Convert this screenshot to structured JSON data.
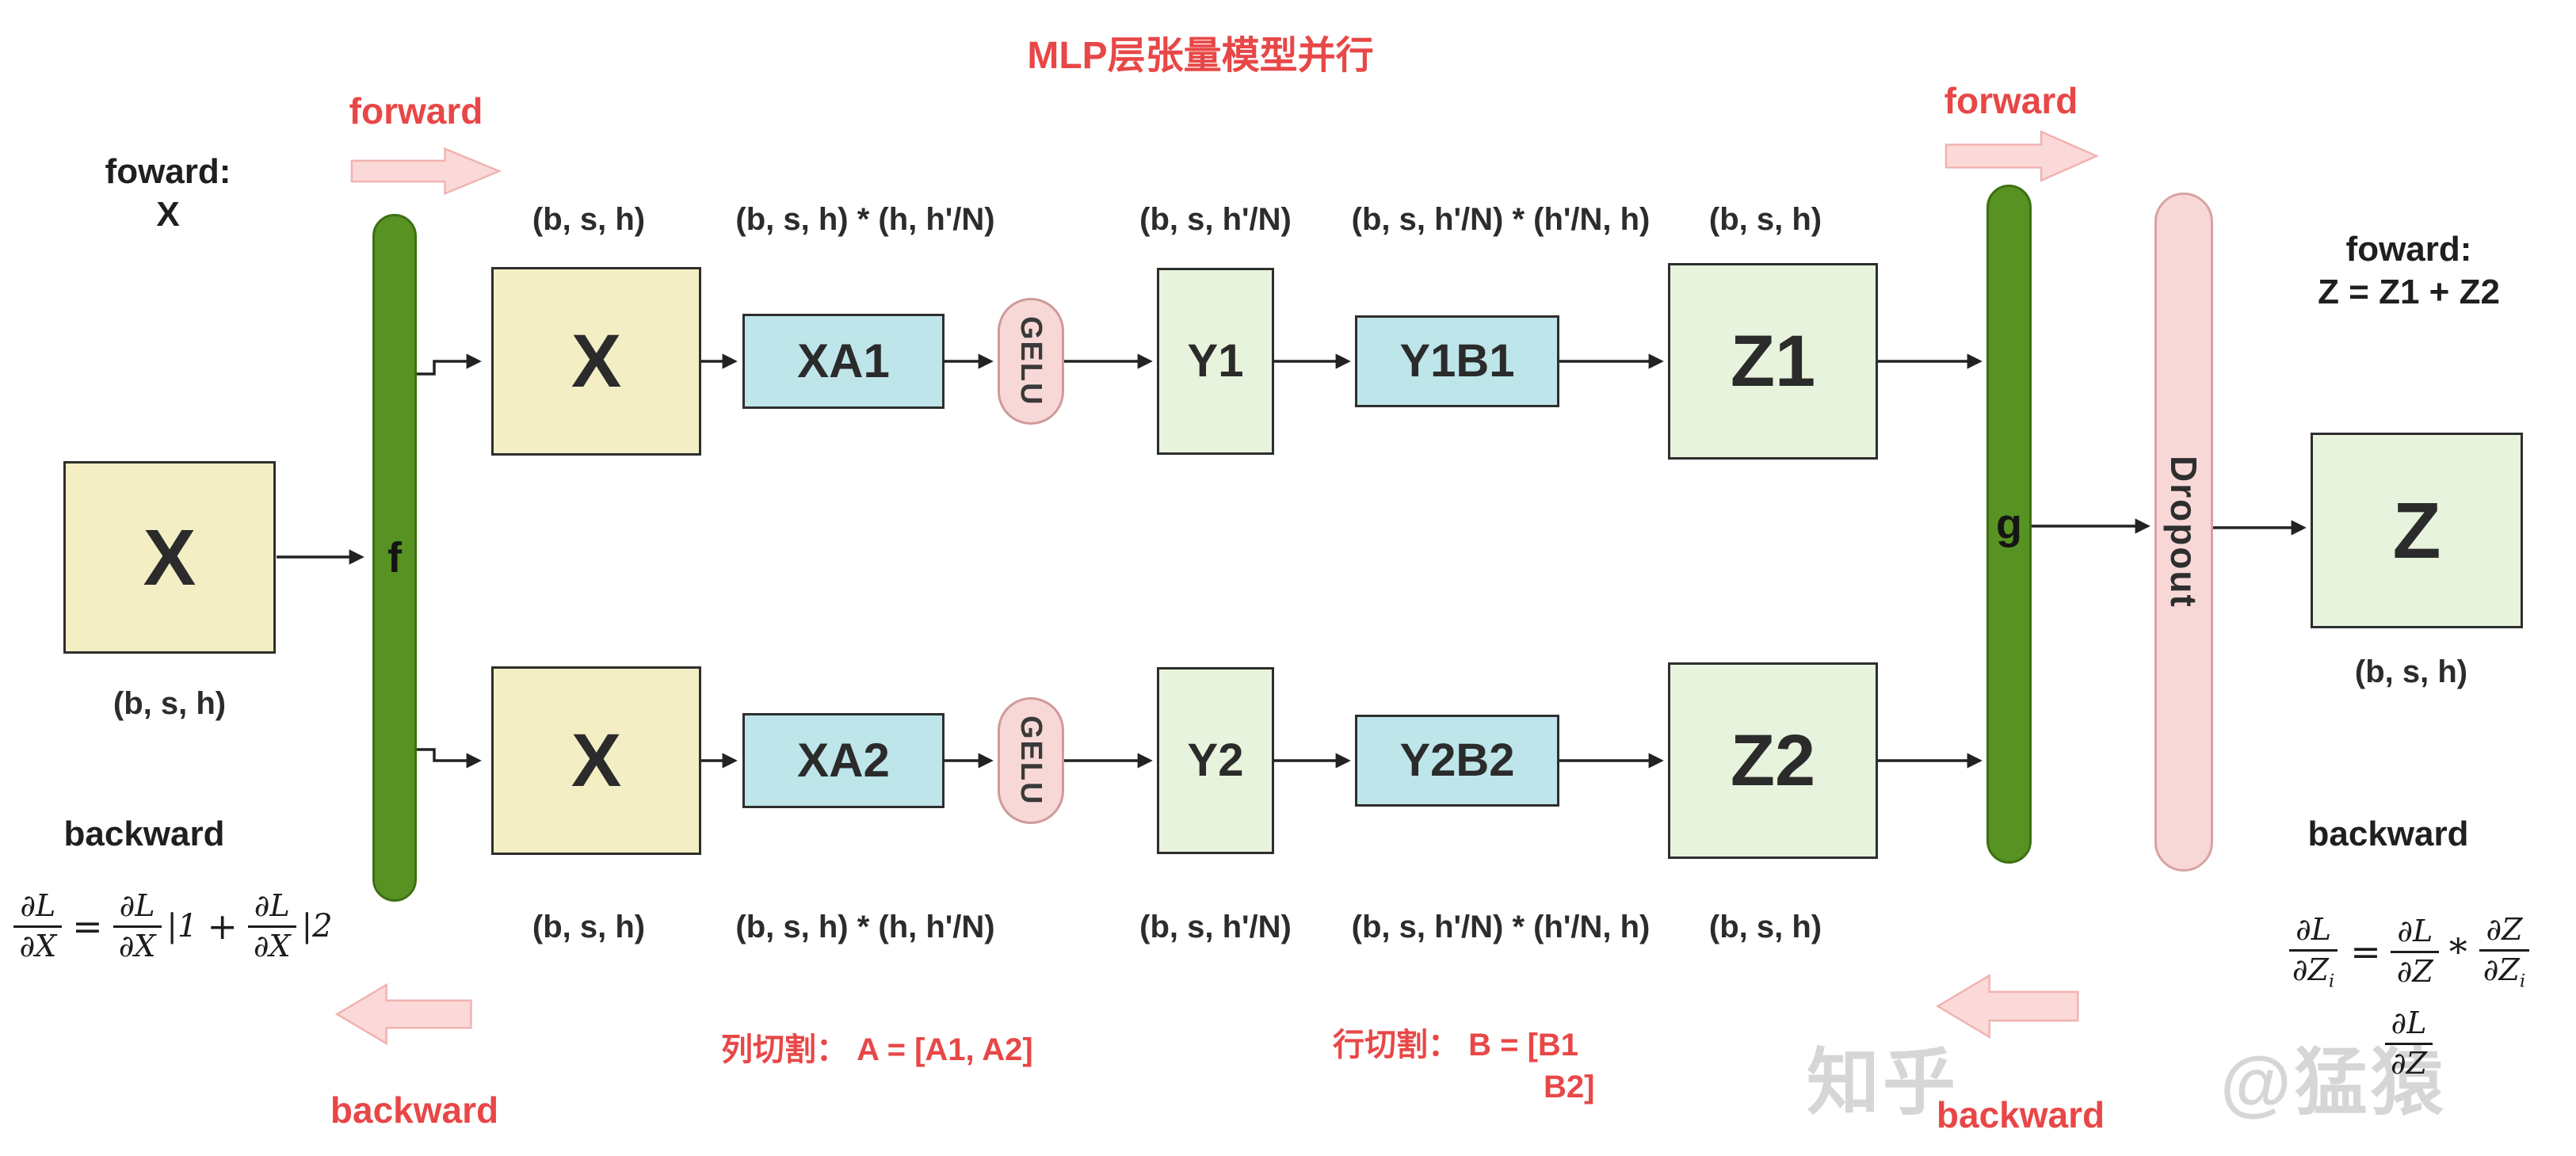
{
  "title": "MLP层张量模型并行",
  "colors": {
    "red_accent": "#e84747",
    "box_yellow": "#f4eec5",
    "box_cyan": "#bee5e9",
    "box_green": "#e7f3dc",
    "pink": "#f8d8d6",
    "bar_green": "#579222"
  },
  "top_left": {
    "forward_red": "forward",
    "note_line1": "foward:",
    "note_line2": "X"
  },
  "top_right": {
    "forward_red": "forward"
  },
  "bottom_left": {
    "backward_red": "backward"
  },
  "bottom_right": {
    "backward_red": "backward"
  },
  "left": {
    "x_label": "X",
    "shape": "(b, s, h)",
    "backward": "backward"
  },
  "right": {
    "note_line1": "foward:",
    "note_line2": "Z = Z1 + Z2",
    "z_label": "Z",
    "shape": "(b, s, h)",
    "backward": "backward"
  },
  "bars": {
    "f": "f",
    "g": "g",
    "dropout": "Dropout"
  },
  "top_row": {
    "x": "X",
    "xa": "XA1",
    "gelu": "GELU",
    "y": "Y1",
    "yb": "Y1B1",
    "z": "Z1",
    "shape_x": "(b, s, h)",
    "shape_xa": "(b, s, h) * (h, h'/N)",
    "shape_y": "(b, s,  h'/N)",
    "shape_yb": "(b, s, h'/N) * (h'/N, h)",
    "shape_z": "(b, s, h)"
  },
  "bottom_row": {
    "x": "X",
    "xa": "XA2",
    "gelu": "GELU",
    "y": "Y2",
    "yb": "Y2B2",
    "z": "Z2",
    "shape_x": "(b, s, h)",
    "shape_xa": "(b, s, h) * (h, h'/N)",
    "shape_y": "(b, s,  h'/N)",
    "shape_yb": "(b, s, h'/N) * (h'/N, h)",
    "shape_z": "(b, s, h)"
  },
  "formulas": {
    "left": {
      "f1n": "∂L",
      "f1d": "∂X",
      "eq": "=",
      "f2n": "∂L",
      "f2d": "∂X",
      "bar1": "|1",
      "plus": "+",
      "f3n": "∂L",
      "f3d": "∂X",
      "bar2": "|2"
    },
    "right": {
      "f1n": "∂L",
      "f1d": "∂Z",
      "f1sub": "i",
      "eq": "=",
      "f2n": "∂L",
      "f2d": "∂Z",
      "star": "*",
      "f3n": "∂Z",
      "f3d": "∂Z",
      "f3sub": "i",
      "extra_n": "∂L",
      "extra_d": "∂Z"
    }
  },
  "annotations": {
    "col_split": "列切割：  A = [A1, A2]",
    "row_split_line1": "行切割：  B = [B1",
    "row_split_line2": "B2]"
  },
  "watermark": {
    "brand": "知乎",
    "author": "@猛猿"
  }
}
